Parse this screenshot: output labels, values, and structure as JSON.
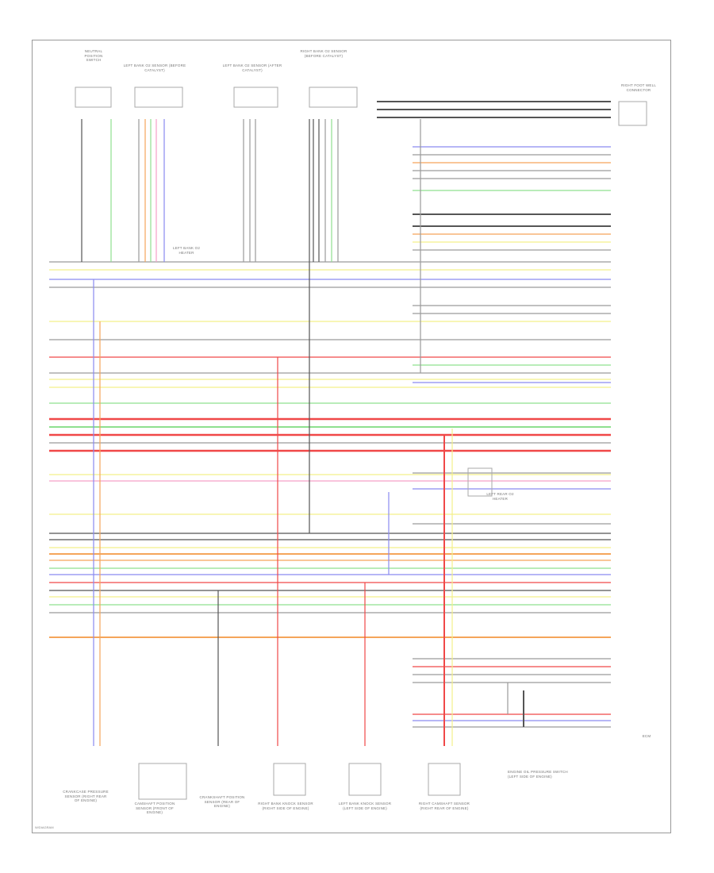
{
  "components": {
    "top": [
      {
        "label": "NEUTRAL POSITION SWITCH"
      },
      {
        "label": "LEFT BANK O2 SENSOR (BEFORE CATALYST)"
      },
      {
        "label": "LEFT BANK O2 SENSOR (AFTER CATALYST)"
      },
      {
        "label": "RIGHT BANK O2 SENSOR (BEFORE CATALYST)"
      },
      {
        "label": "RIGHT FOOT WELL CONNECTOR"
      }
    ],
    "bottom": [
      {
        "label": "CRANKCASE PRESSURE SENSOR (RIGHT REAR OF ENGINE)"
      },
      {
        "label": "CAMSHAFT POSITION SENSOR (FRONT OF ENGINE)"
      },
      {
        "label": "CRANKSHAFT POSITION SENSOR (REAR OF ENGINE)"
      },
      {
        "label": "RIGHT BANK KNOCK SENSOR (RIGHT SIDE OF ENGINE)"
      },
      {
        "label": "LEFT BANK KNOCK SENSOR (LEFT SIDE OF ENGINE)"
      },
      {
        "label": "RIGHT CAMSHAFT SENSOR (RIGHT REAR OF ENGINE)"
      },
      {
        "label": "ENGINE OIL PRESSURE SWITCH (LEFT SIDE OF ENGINE)"
      }
    ],
    "mid": [
      {
        "label": "LEFT BANK O2 HEATER"
      },
      {
        "label": "LEFT REAR O2 HEATER"
      },
      {
        "label": "ECM"
      }
    ]
  },
  "wire_colors": {
    "gray": "#9a9a9a",
    "black": "#555555",
    "yellow": "#f3f08a",
    "red": "#f04848",
    "green": "#8fe08f",
    "blue": "#8a8af0",
    "orange": "#f5a55a",
    "pink": "#f5a0c8"
  },
  "footer": "W/DIAGRAM"
}
